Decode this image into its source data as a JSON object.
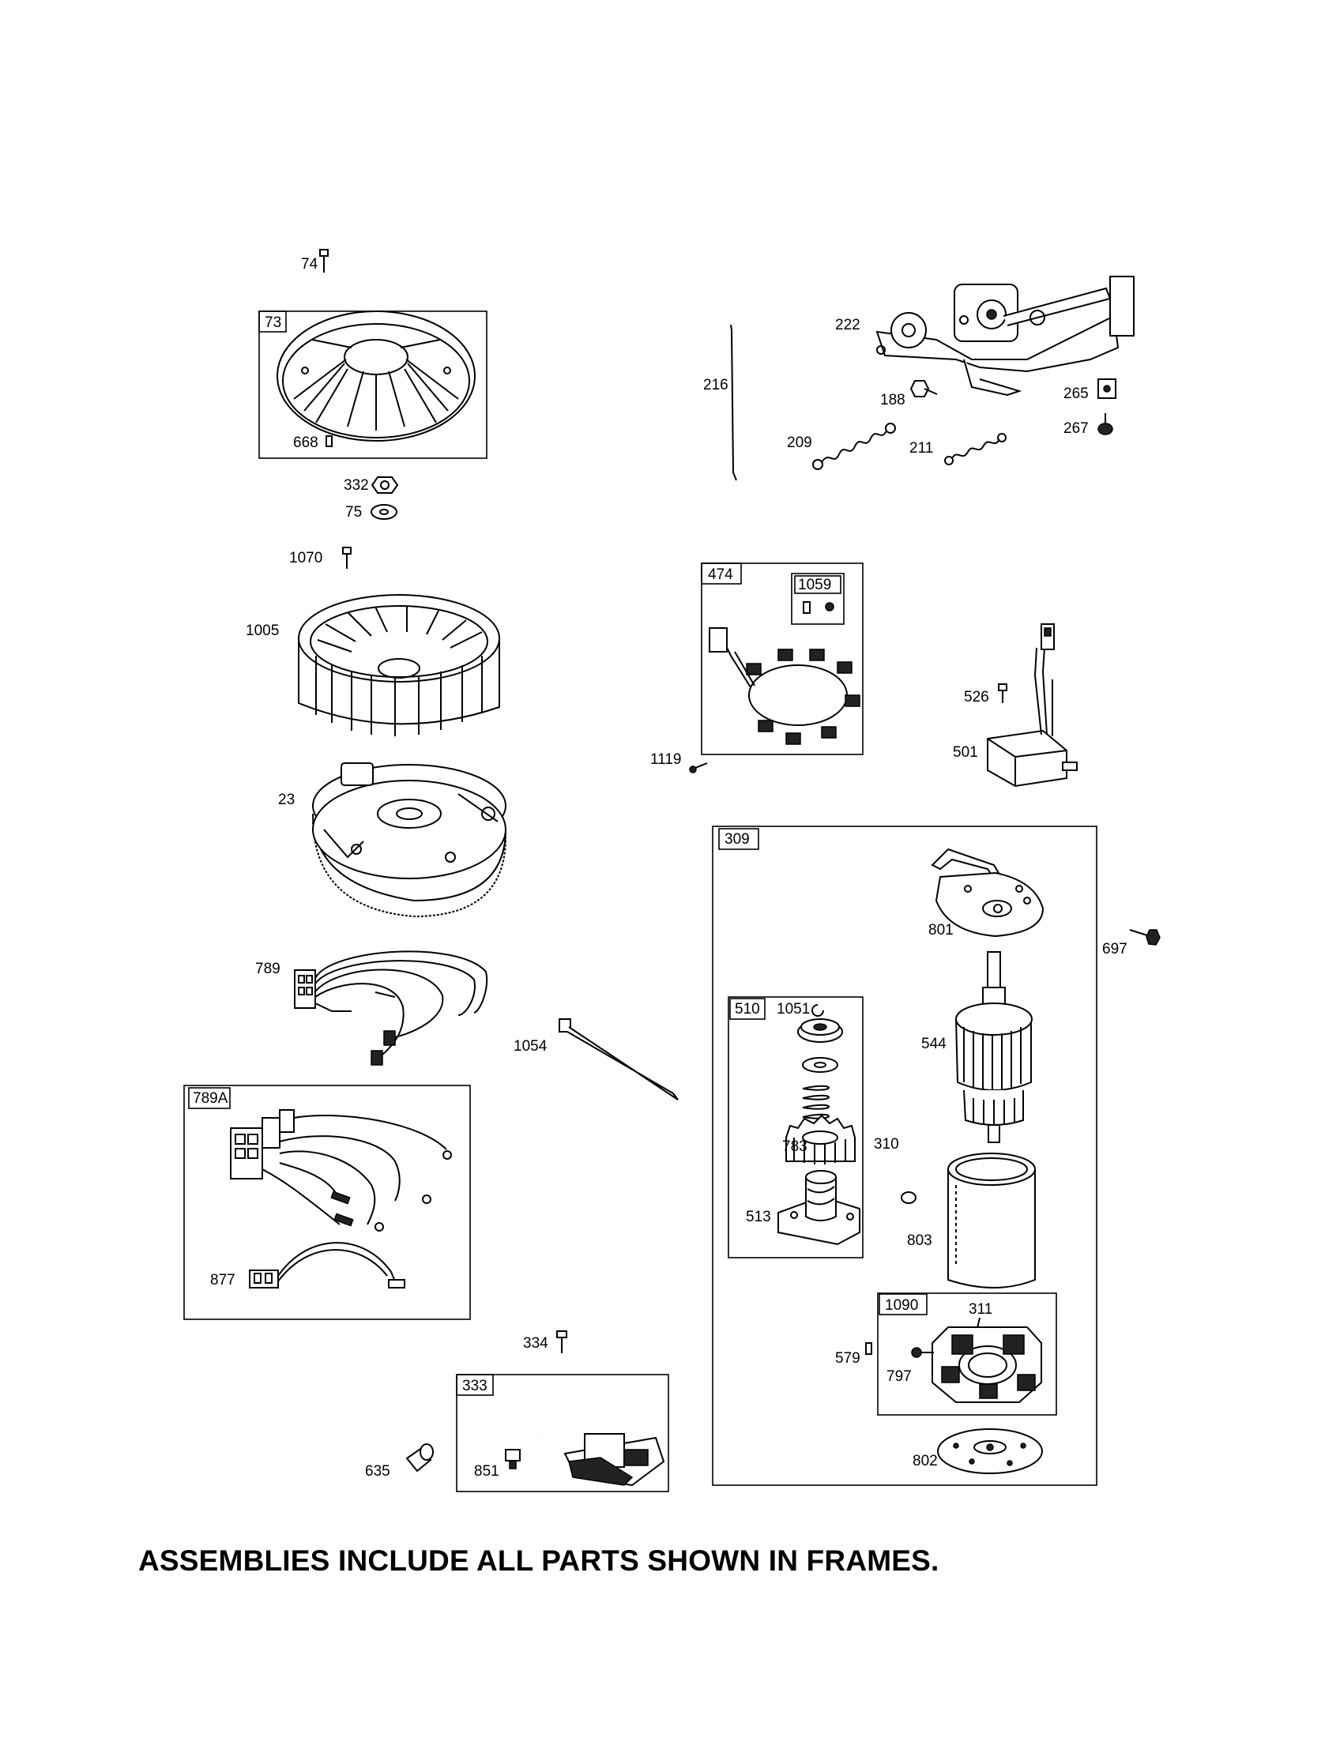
{
  "part_labels": {
    "p74": "74",
    "p73": "73",
    "p668": "668",
    "p332": "332",
    "p75": "75",
    "p1070": "1070",
    "p1005": "1005",
    "p23": "23",
    "p789": "789",
    "p789A": "789A",
    "p877": "877",
    "p1054": "1054",
    "p334": "334",
    "p333": "333",
    "p635": "635",
    "p851": "851",
    "p216": "216",
    "p222": "222",
    "p188": "188",
    "p265": "265",
    "p267": "267",
    "p209": "209",
    "p211": "211",
    "p474": "474",
    "p1059": "1059",
    "p1119": "1119",
    "p526": "526",
    "p501": "501",
    "p309": "309",
    "p801": "801",
    "p697": "697",
    "p510": "510",
    "p1051": "1051",
    "p544": "544",
    "p783": "783",
    "p310": "310",
    "p513": "513",
    "p803": "803",
    "p1090": "1090",
    "p311": "311",
    "p579": "579",
    "p797": "797",
    "p802": "802"
  },
  "footer_note": "ASSEMBLIES INCLUDE ALL PARTS SHOWN IN FRAMES."
}
